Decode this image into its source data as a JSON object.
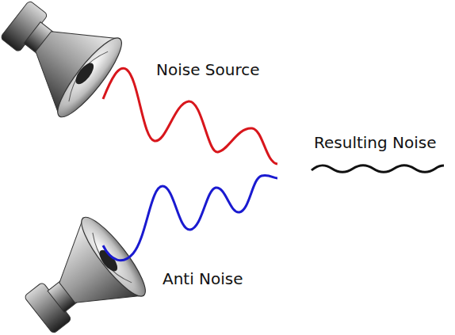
{
  "diagram": {
    "labels": [
      "Noise Source",
      "Anti Noise",
      "Resulting Noise"
    ]
  }
}
